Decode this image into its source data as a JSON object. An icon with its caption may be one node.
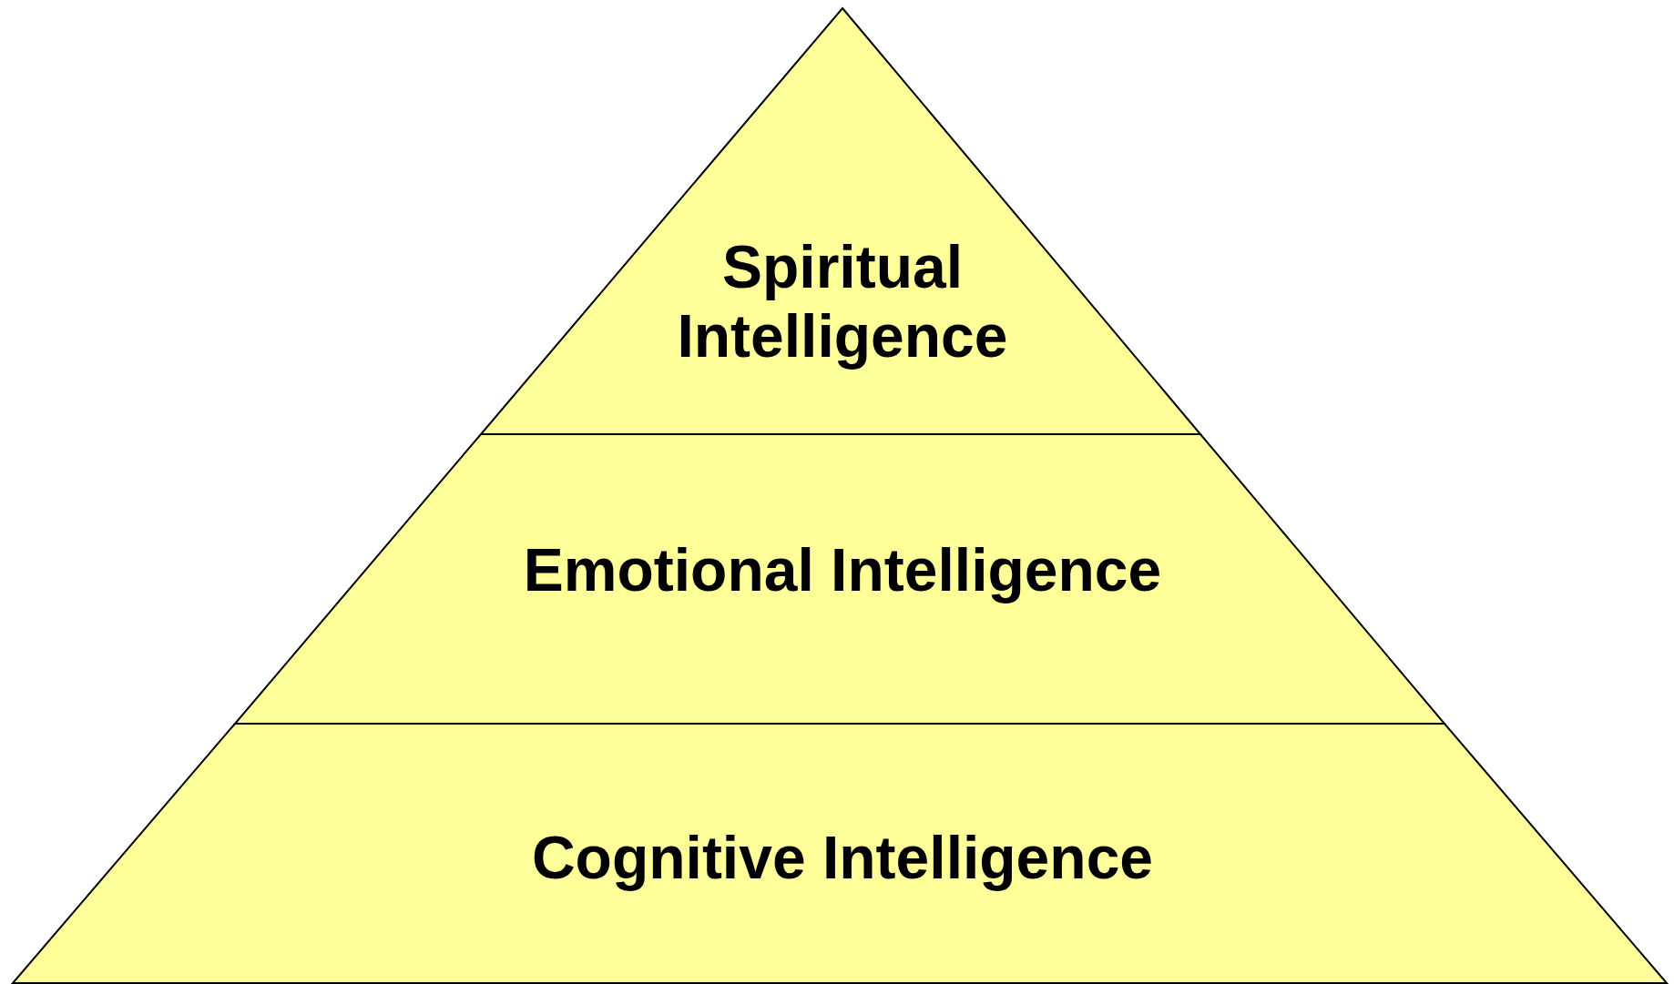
{
  "diagram": {
    "nodes": [
      {
        "text": [
          "Spiritual Intelligence"
        ]
      },
      {
        "text": [
          "Emotional Intelligence"
        ]
      },
      {
        "text": [
          "Cognitive Intelligence"
        ]
      }
    ]
  }
}
